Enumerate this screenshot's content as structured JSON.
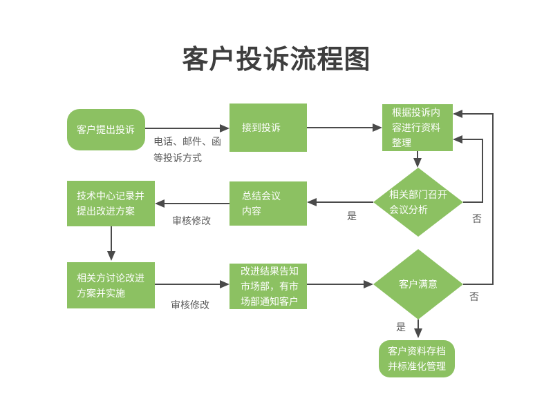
{
  "title": "客户投诉流程图",
  "colors": {
    "node_green": "#8cc162",
    "node_text": "#ffffff",
    "arrow": "#4a4a4a",
    "label_text": "#595959",
    "title_text": "#3e3e3e",
    "background": "#ffffff"
  },
  "nodes": {
    "start": {
      "label": "客户提出投诉",
      "shape": "rounded-rect"
    },
    "receive": {
      "label": "接到投诉",
      "shape": "rect"
    },
    "organize": {
      "label": "根据投诉内\n容进行资料\n整理",
      "shape": "rect"
    },
    "meeting": {
      "label": "相关部门召开\n会议分析",
      "shape": "diamond"
    },
    "summary": {
      "label": "总结会议\n内容",
      "shape": "rect"
    },
    "record": {
      "label": "技术中心记录并\n提出改进方案",
      "shape": "rect"
    },
    "discuss": {
      "label": "相关方讨论改进\n方案并实施",
      "shape": "rect"
    },
    "notify": {
      "label": "改进结果告知\n市场部，有市\n场部通知客户",
      "shape": "rect"
    },
    "satisfied": {
      "label": "客户满意",
      "shape": "diamond"
    },
    "archive": {
      "label": "客户资料存档\n并标准化管理",
      "shape": "rounded-rect"
    }
  },
  "edge_labels": {
    "methods": "电话、邮件、函\n等投诉方式",
    "review1": "审核修改",
    "review2": "审核修改",
    "yes1": "是",
    "no1": "否",
    "yes2": "是",
    "no2": "否"
  }
}
